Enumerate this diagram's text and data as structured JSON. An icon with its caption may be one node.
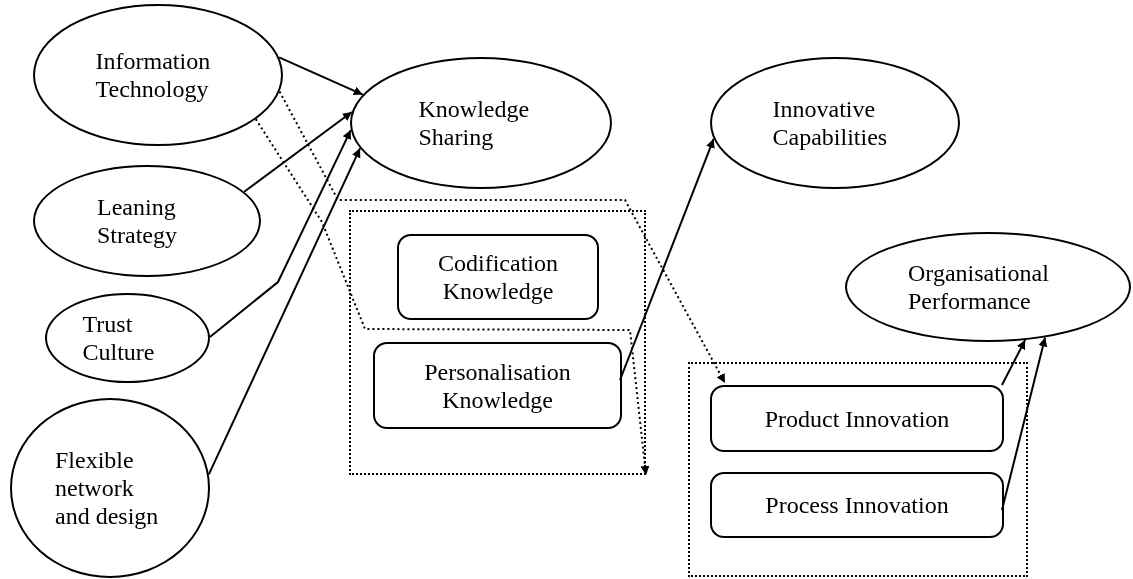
{
  "diagram": {
    "nodes": [
      {
        "text": [
          "Information Technology"
        ]
      },
      {
        "text": [
          "Knowledge Sharing"
        ]
      },
      {
        "text": [
          "Innovative Capabilities"
        ]
      },
      {
        "text": [
          "Leaning Strategy"
        ]
      },
      {
        "text": [
          "Trust Culture"
        ]
      },
      {
        "text": [
          "Flexible network and design"
        ]
      },
      {
        "text": [],
        "shape": "box"
      },
      {
        "text": [
          "Codification Knowledge"
        ],
        "in": 6
      },
      {
        "text": [
          "Personalisation Knowledge"
        ],
        "in": 6
      },
      {
        "text": [
          "Organisational Performance"
        ]
      },
      {
        "text": [],
        "shape": "box"
      },
      {
        "text": [
          "Product Innovation"
        ],
        "in": 10
      },
      {
        "text": [
          "Process Innovation"
        ],
        "in": 10
      }
    ],
    "edges": [
      {
        "from": 0,
        "to": 1,
        "arrow": "to"
      },
      {
        "from": 3,
        "to": 1,
        "arrow": "to"
      },
      {
        "from": 4,
        "to": 1,
        "arrow": "to"
      },
      {
        "from": 5,
        "to": 1,
        "arrow": "to"
      },
      {
        "from": 0,
        "to": 6,
        "arrow": "to",
        "style": "dashed"
      },
      {
        "from": 0,
        "to": 11,
        "arrow": "to",
        "style": "dashed"
      },
      {
        "from": 8,
        "to": 2,
        "arrow": "to"
      },
      {
        "from": 11,
        "to": 9,
        "arrow": "to"
      },
      {
        "from": 12,
        "to": 9,
        "arrow": "to"
      }
    ]
  }
}
